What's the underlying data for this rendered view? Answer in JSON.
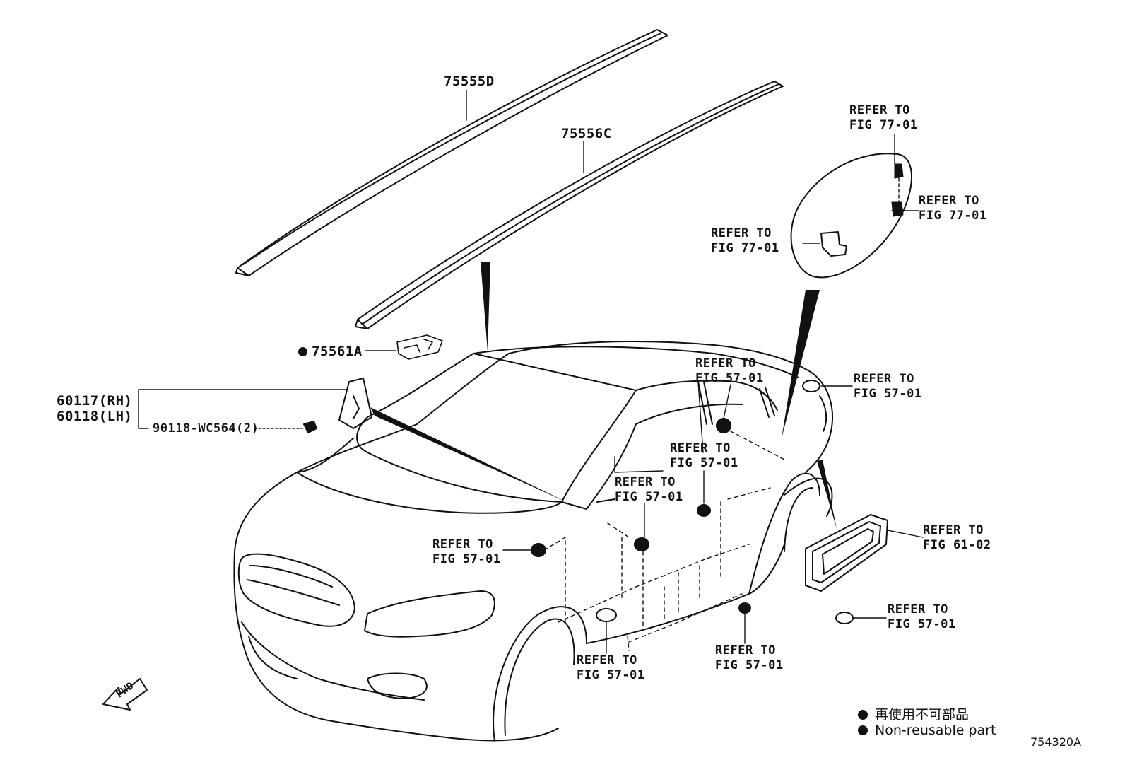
{
  "parts": {
    "p75555D": "75555D",
    "p75556C": "75556C",
    "p75561A": "75561A",
    "p60117": "60117(RH)",
    "p60118": "60118(LH)",
    "p90118": "90118-WC564(2)"
  },
  "refs": [
    {
      "line1": "REFER TO",
      "line2": "FIG 77-01"
    },
    {
      "line1": "REFER TO",
      "line2": "FIG 77-01"
    },
    {
      "line1": "REFER TO",
      "line2": "FIG 77-01"
    },
    {
      "line1": "REFER TO",
      "line2": "FIG 57-01"
    },
    {
      "line1": "REFER TO",
      "line2": "FIG 57-01"
    },
    {
      "line1": "REFER TO",
      "line2": "FIG 57-01"
    },
    {
      "line1": "REFER TO",
      "line2": "FIG 57-01"
    },
    {
      "line1": "REFER TO",
      "line2": "FIG 57-01"
    },
    {
      "line1": "REFER TO",
      "line2": "FIG 61-02"
    },
    {
      "line1": "REFER TO",
      "line2": "FIG 57-01"
    },
    {
      "line1": "REFER TO",
      "line2": "FIG 57-01"
    },
    {
      "line1": "REFER TO",
      "line2": "FIG 57-01"
    }
  ],
  "legend": {
    "jp": "再使用不可部品",
    "en": "Non-reusable part"
  },
  "fwd": "FWD",
  "diagram_code": "754320A"
}
